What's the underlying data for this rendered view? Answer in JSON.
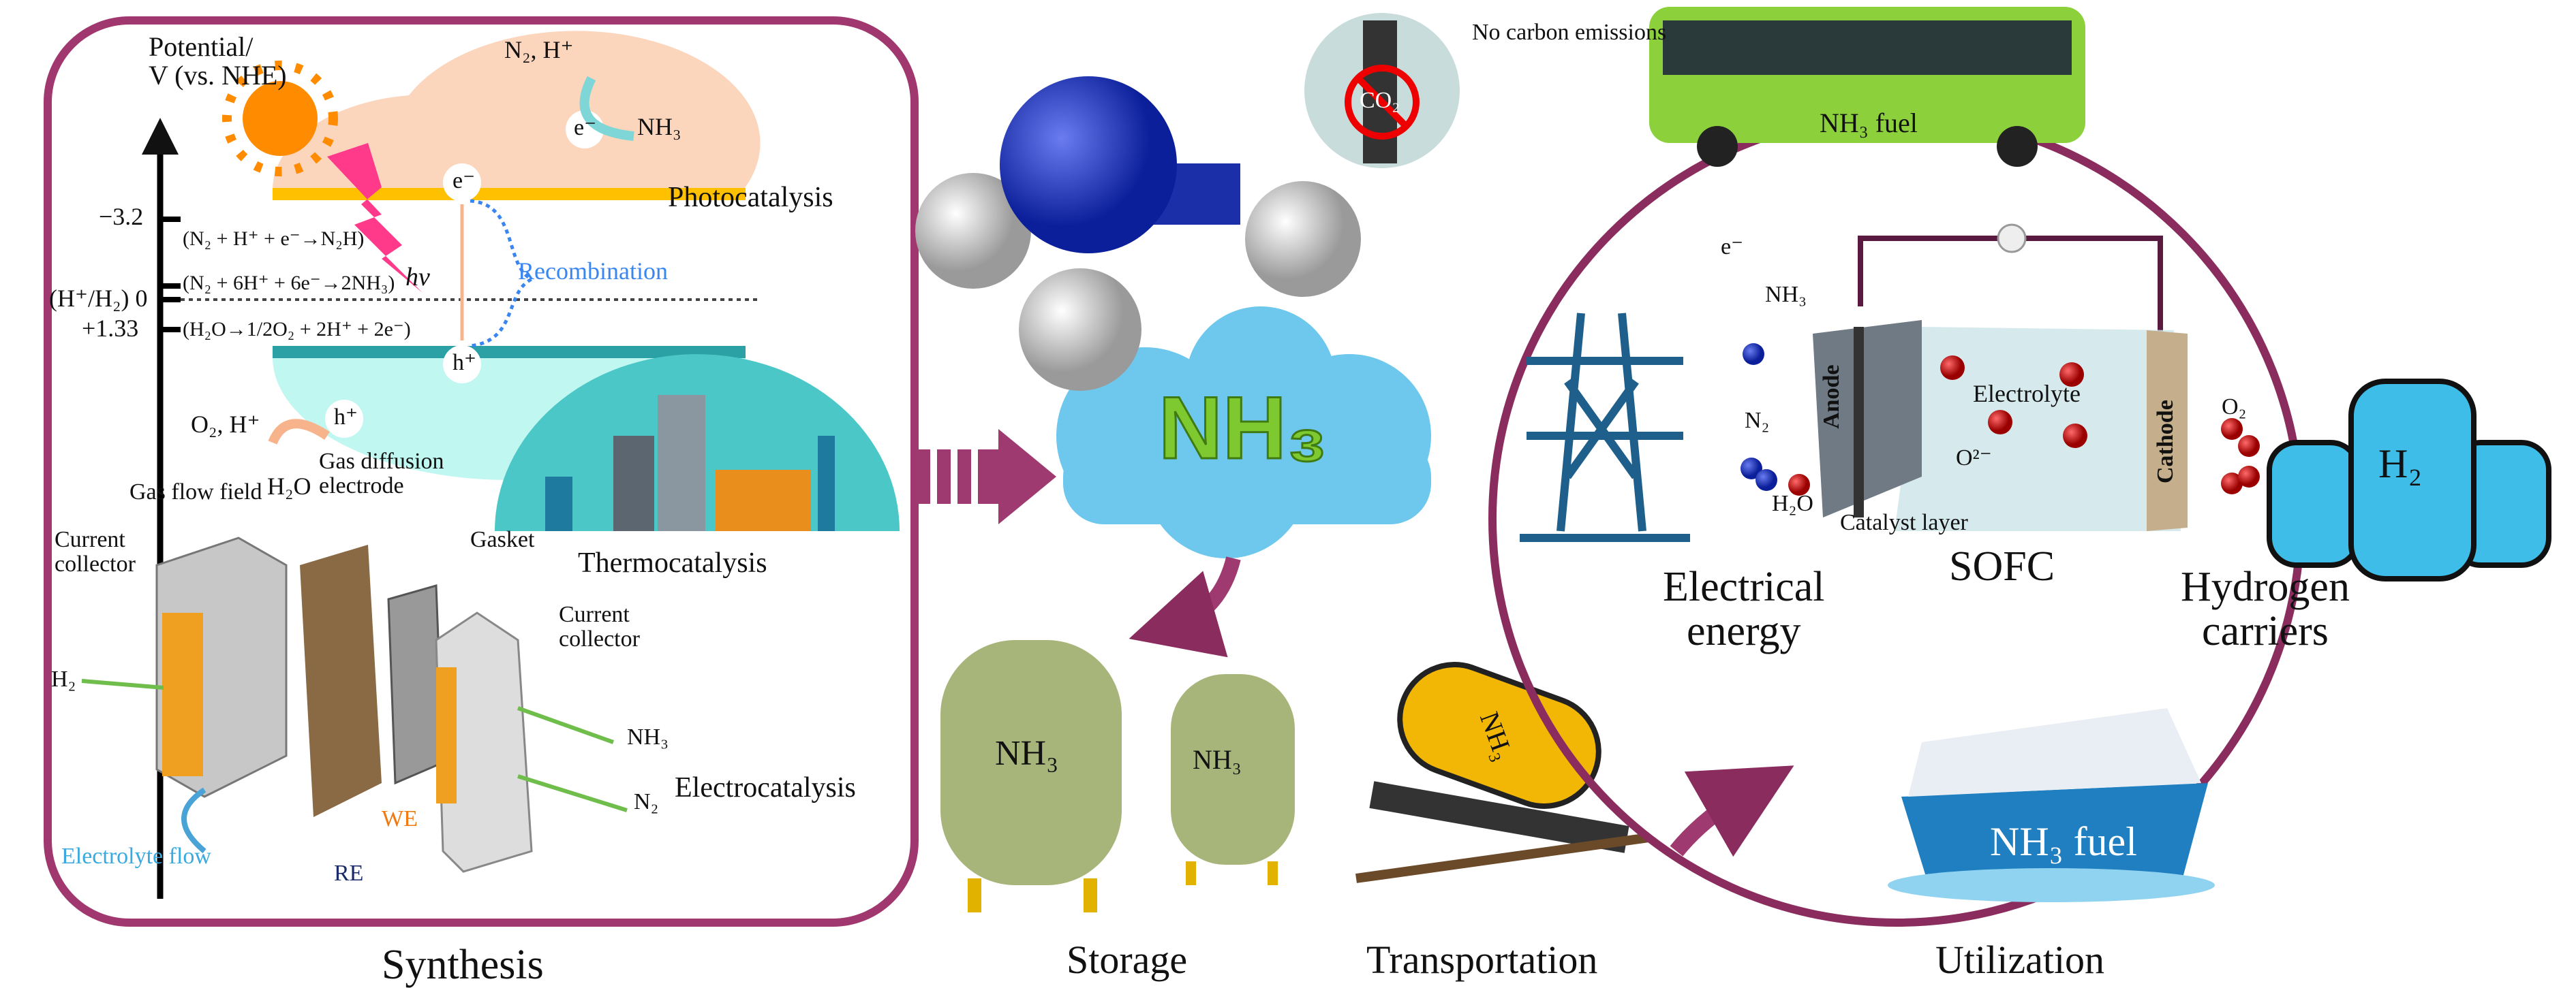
{
  "synthesis": {
    "title": "Synthesis",
    "axis_label_1": "Potential/",
    "axis_label_2": "V (vs. NHE)",
    "ticks": [
      "−3.2",
      "(H⁺/H₂) 0",
      "+1.33"
    ],
    "equations": [
      "(N₂ + H⁺ + e⁻→N₂H)",
      "(N₂ + 6H⁺ + 6e⁻→2NH₃)",
      "(H₂O→1/2O₂ + 2H⁺ + 2e⁻)"
    ],
    "photo": {
      "label": "Photocatalysis",
      "reactants": "N₂, H⁺",
      "product": "NH₃",
      "electron": "e⁻",
      "hole": "h⁺",
      "hv": "hv",
      "recombination": "Recombination",
      "o2": "O₂, H⁺",
      "h2o": "H₂O"
    },
    "thermo": {
      "label": "Thermocatalysis"
    },
    "electro": {
      "label": "Electrocatalysis",
      "gas_flow_field": "Gas flow field",
      "gas_diffusion_1": "Gas diffusion",
      "gas_diffusion_2": "electrode",
      "current_collector_1": "Current",
      "current_collector_2": "collector",
      "gasket": "Gasket",
      "h2": "H₂",
      "nh3": "NH₃",
      "n2": "N₂",
      "we": "WE",
      "re": "RE",
      "electrolyte_flow": "Electrolyte flow"
    }
  },
  "center": {
    "molecule_label": "NH₃",
    "storage": "Storage",
    "tank_label": "NH₃",
    "transportation": "Transportation",
    "train_label": "NH₃",
    "no_carbon": "No carbon emissions",
    "co2": "CO₂"
  },
  "utilization": {
    "title": "Utilization",
    "bus_label": "NH₃ fuel",
    "ship_label": "NH₃ fuel",
    "electrical_1": "Electrical",
    "electrical_2": "energy",
    "sofc": "SOFC",
    "hydrogen_1": "Hydrogen",
    "hydrogen_2": "carriers",
    "h2_tank": "H₂",
    "cell": {
      "e": "e⁻",
      "nh3": "NH₃",
      "n2": "N₂",
      "h2o": "H₂O",
      "anode": "Anode",
      "cathode": "Cathode",
      "electrolyte": "Electrolyte",
      "o2minus": "O²⁻",
      "o2": "O₂",
      "catalyst": "Catalyst layer"
    }
  },
  "colors": {
    "frame": "#a0386f",
    "cycle": "#8b2c5f",
    "cloud": "#6ec8ee",
    "nh3_text": "#7dc92f",
    "recombination": "#3a86f0"
  }
}
